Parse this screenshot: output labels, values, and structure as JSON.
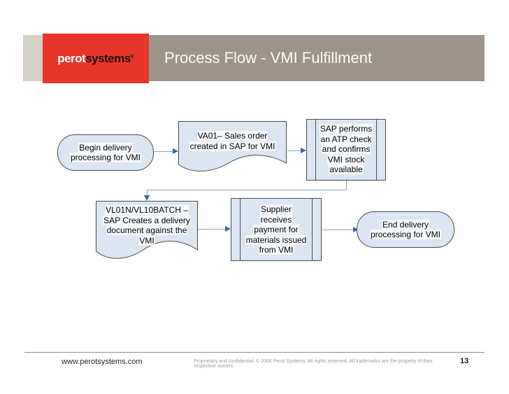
{
  "slide": {
    "logo": {
      "brand_left": "perot",
      "brand_right": "systems",
      "registered_mark": "®"
    },
    "title": "Process Flow - VMI Fulfillment",
    "footer": {
      "site": "www.perotsystems.com",
      "disclaimer": "Proprietary and confidential. © 2006 Perot Systems. All rights reserved. All trademarks are the property of their respective owners.",
      "page_number": "13"
    },
    "colors": {
      "brand_red": "#e8352b",
      "header_bar": "#9c948a",
      "header_strip": "#d3d0c8",
      "shape_fill": "#dce6f2",
      "shape_border": "#4a4a4a",
      "connector_line": "#8aa3cc",
      "arrowhead": "#3a64a8"
    }
  },
  "flowchart": {
    "nodes": [
      {
        "id": "begin",
        "type": "terminator",
        "label": "Begin delivery\nprocessing for VMI"
      },
      {
        "id": "va01",
        "type": "document",
        "label": "VA01– Sales order\ncreated in SAP for VMI"
      },
      {
        "id": "atp",
        "type": "predefined-process",
        "label": "SAP performs\nan ATP check\nand confirms\nVMI stock\navailable"
      },
      {
        "id": "vl01n",
        "type": "document",
        "label": "VL01N/VL10BATCH –\nSAP Creates a delivery\ndocument against the\nVMI"
      },
      {
        "id": "supplier",
        "type": "predefined-process",
        "label": "Supplier\nreceives\npayment for\nmaterials issued\nfrom VMI"
      },
      {
        "id": "end",
        "type": "terminator",
        "label": "End delivery\nprocessing for VMI"
      }
    ],
    "edges": [
      {
        "from": "begin",
        "to": "va01"
      },
      {
        "from": "va01",
        "to": "atp"
      },
      {
        "from": "atp",
        "to": "vl01n"
      },
      {
        "from": "vl01n",
        "to": "supplier"
      },
      {
        "from": "supplier",
        "to": "end"
      }
    ]
  }
}
